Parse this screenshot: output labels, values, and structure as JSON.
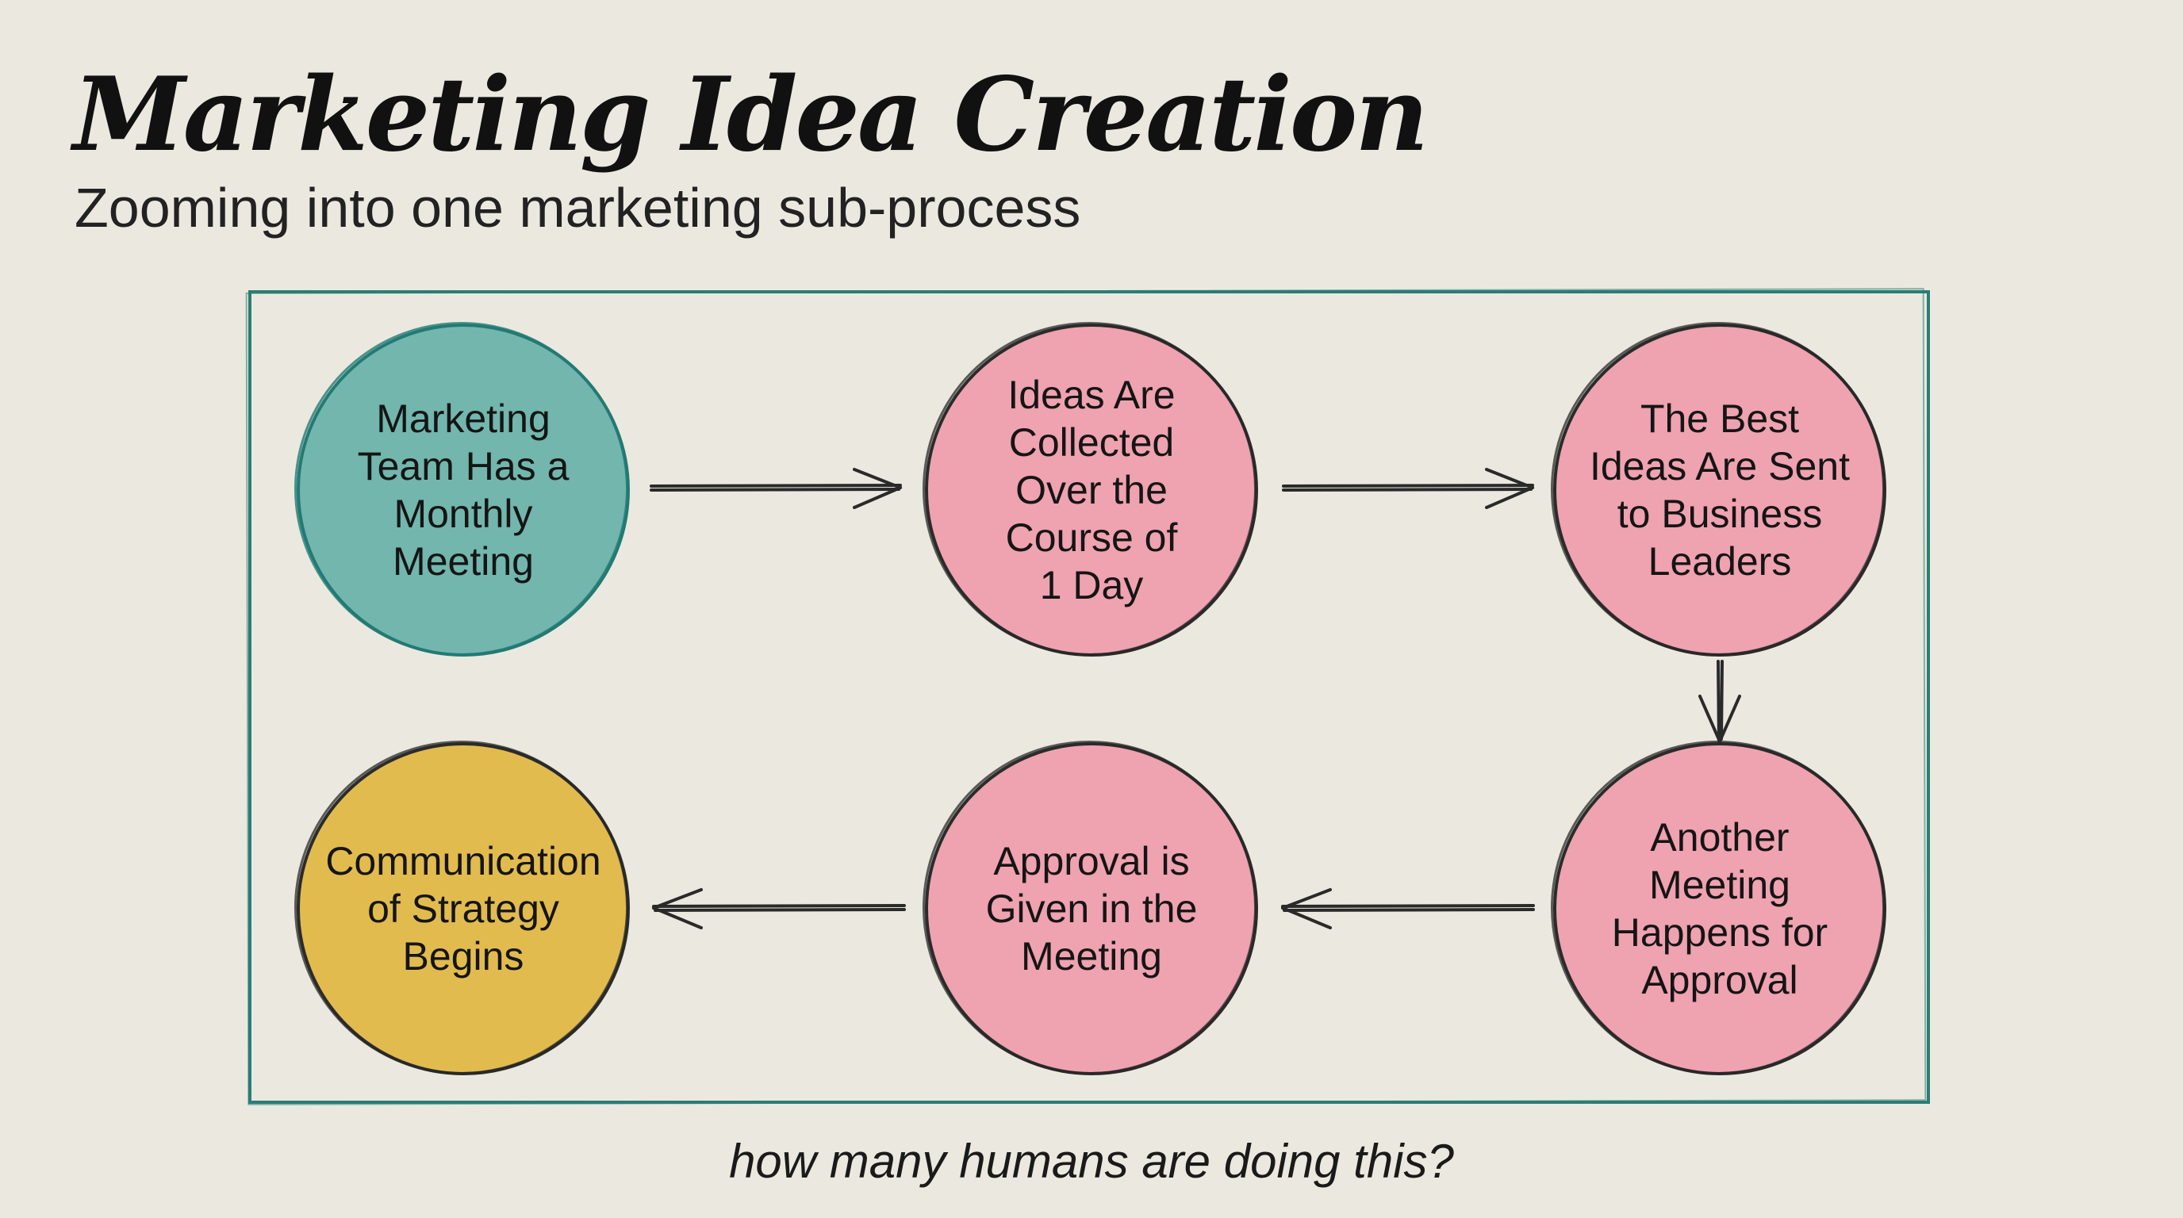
{
  "header": {
    "title": "Marketing Idea Creation",
    "subtitle": "Zooming into one marketing sub-process"
  },
  "diagram": {
    "frame_color": "#2b7d76",
    "nodes": [
      {
        "id": "n1",
        "label": "Marketing\nTeam Has a\nMonthly\nMeeting",
        "color": "#72b6ad"
      },
      {
        "id": "n2",
        "label": "Ideas Are\nCollected\nOver the\nCourse of\n1 Day",
        "color": "#efa2b0"
      },
      {
        "id": "n3",
        "label": "The Best\nIdeas Are Sent\nto Business\nLeaders",
        "color": "#efa2b0"
      },
      {
        "id": "n4",
        "label": "Another\nMeeting\nHappens for\nApproval",
        "color": "#efa2b0"
      },
      {
        "id": "n5",
        "label": "Approval is\nGiven in the\nMeeting",
        "color": "#efa2b0"
      },
      {
        "id": "n6",
        "label": "Communication\nof Strategy\nBegins",
        "color": "#e2bb4f"
      }
    ],
    "edges": [
      {
        "from": "n1",
        "to": "n2",
        "direction": "right"
      },
      {
        "from": "n2",
        "to": "n3",
        "direction": "right"
      },
      {
        "from": "n3",
        "to": "n4",
        "direction": "down"
      },
      {
        "from": "n4",
        "to": "n5",
        "direction": "left"
      },
      {
        "from": "n5",
        "to": "n6",
        "direction": "left"
      }
    ]
  },
  "footer": {
    "question": "how many humans are doing this?"
  }
}
